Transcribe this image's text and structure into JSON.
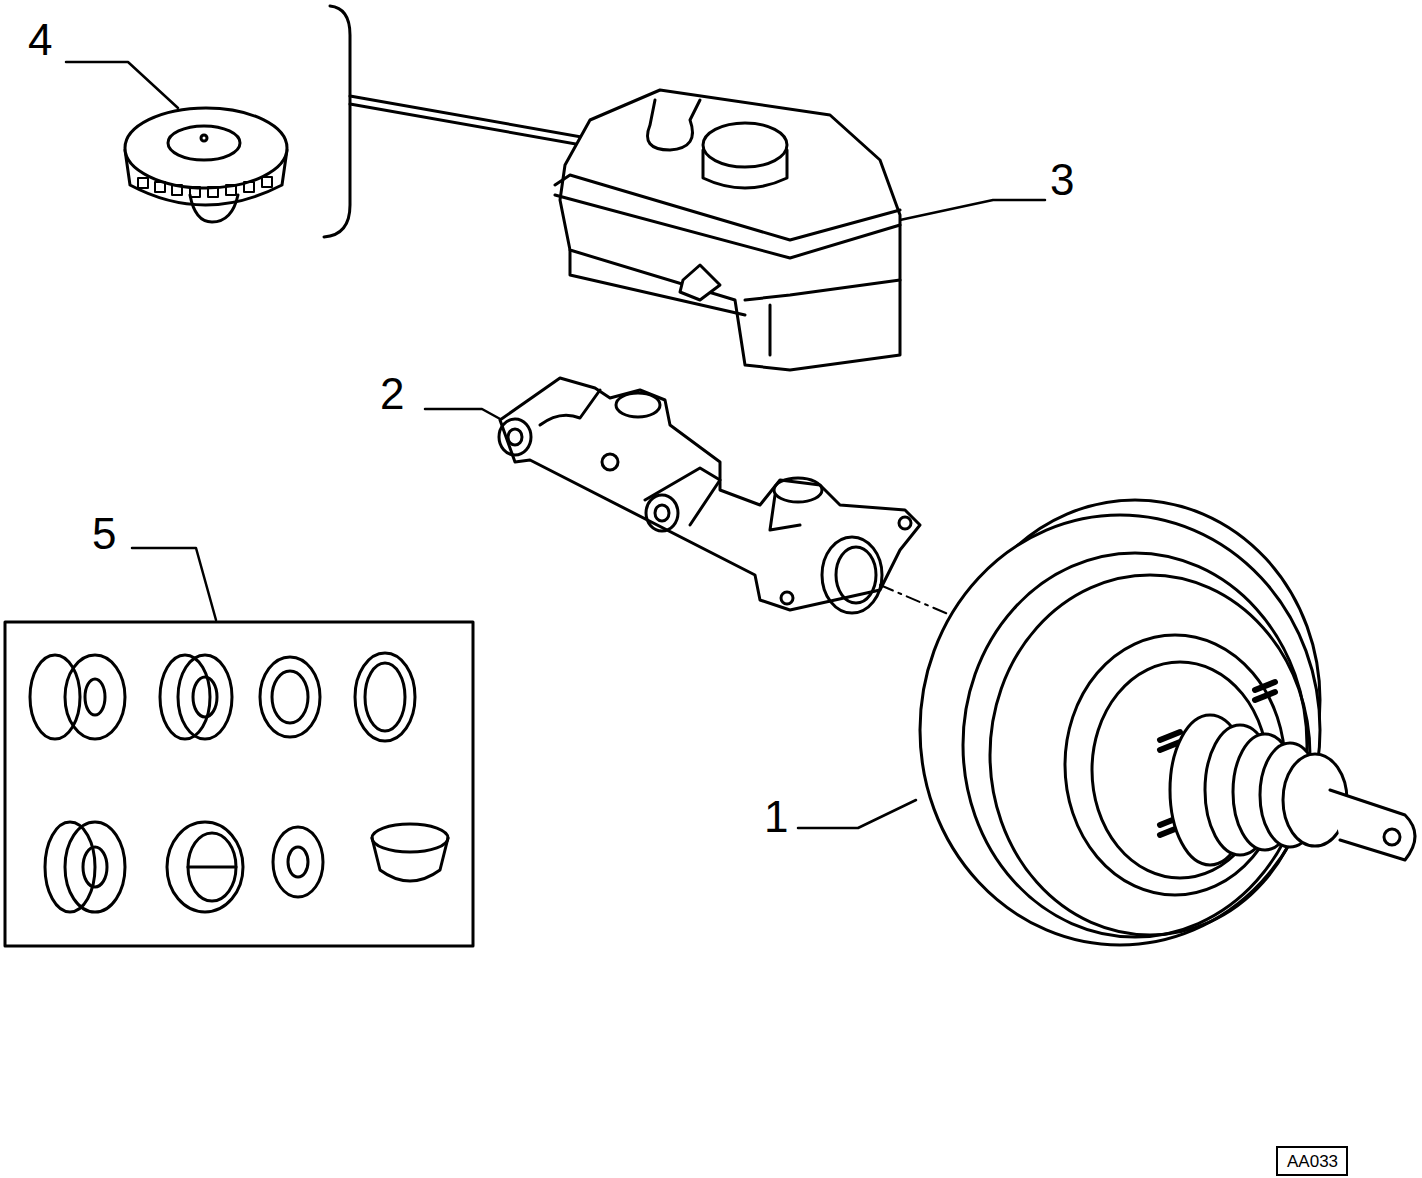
{
  "diagram": {
    "nodes": [
      {
        "text": [
          "AA033"
        ]
      }
    ],
    "labels": [
      "4",
      "3",
      "2",
      "5",
      "1"
    ]
  }
}
